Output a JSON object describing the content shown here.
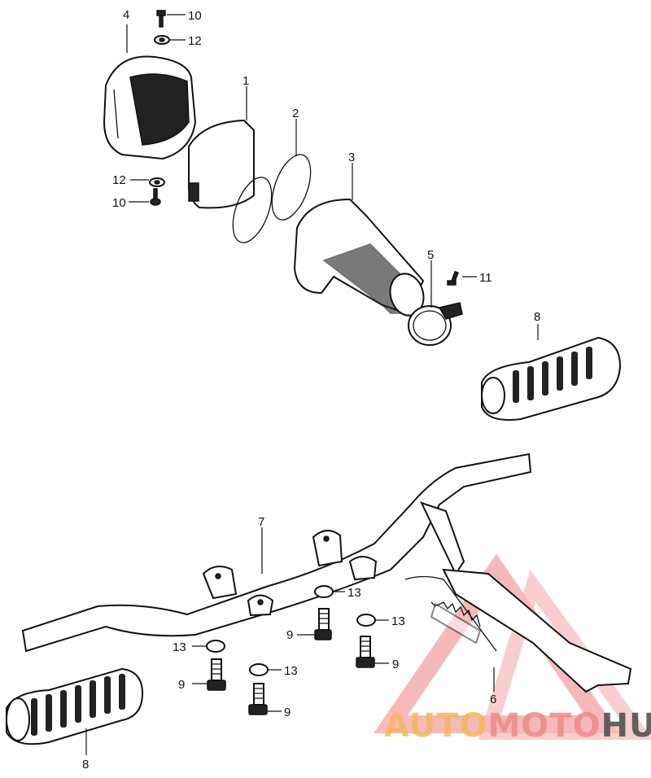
{
  "diagram": {
    "callouts": [
      "1",
      "2",
      "3",
      "4",
      "5",
      "6",
      "7",
      "8",
      "9",
      "10",
      "11",
      "12",
      "13"
    ],
    "watermark": {
      "part1": "AUTO",
      "part2": "MOTO",
      "part3": "HUB",
      "color_auto": "#f2b85a",
      "color_moto": "#ee8a8a",
      "color_hub": "#4a4a4a",
      "triangle_color": "#f08080"
    }
  }
}
